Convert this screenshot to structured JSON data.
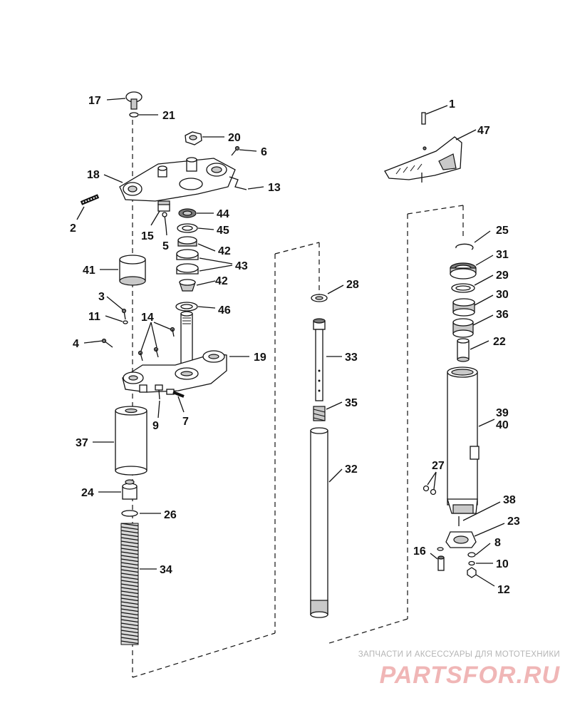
{
  "diagram": {
    "callouts": {
      "c1": "1",
      "c2": "2",
      "c3": "3",
      "c4": "4",
      "c5": "5",
      "c6": "6",
      "c7": "7",
      "c8": "8",
      "c9": "9",
      "c10": "10",
      "c11": "11",
      "c12": "12",
      "c13": "13",
      "c14": "14",
      "c15": "15",
      "c16": "16",
      "c17": "17",
      "c18": "18",
      "c19": "19",
      "c20": "20",
      "c21": "21",
      "c22": "22",
      "c23": "23",
      "c24": "24",
      "c25": "25",
      "c26": "26",
      "c27": "27",
      "c28": "28",
      "c29": "29",
      "c30": "30",
      "c31": "31",
      "c32": "32",
      "c33": "33",
      "c34": "34",
      "c35": "35",
      "c36": "36",
      "c37": "37",
      "c38": "38",
      "c39": "39",
      "c40": "40",
      "c41": "41",
      "c42a": "42",
      "c42b": "42",
      "c43": "43",
      "c44": "44",
      "c45": "45",
      "c46": "46",
      "c47": "47"
    }
  },
  "watermark": {
    "caption": "ЗАПЧАСТИ И АКСЕССУАРЫ ДЛЯ МОТОТЕХНИКИ",
    "logo": "PARTSFOR.RU",
    "color": "#f0b6b6"
  }
}
